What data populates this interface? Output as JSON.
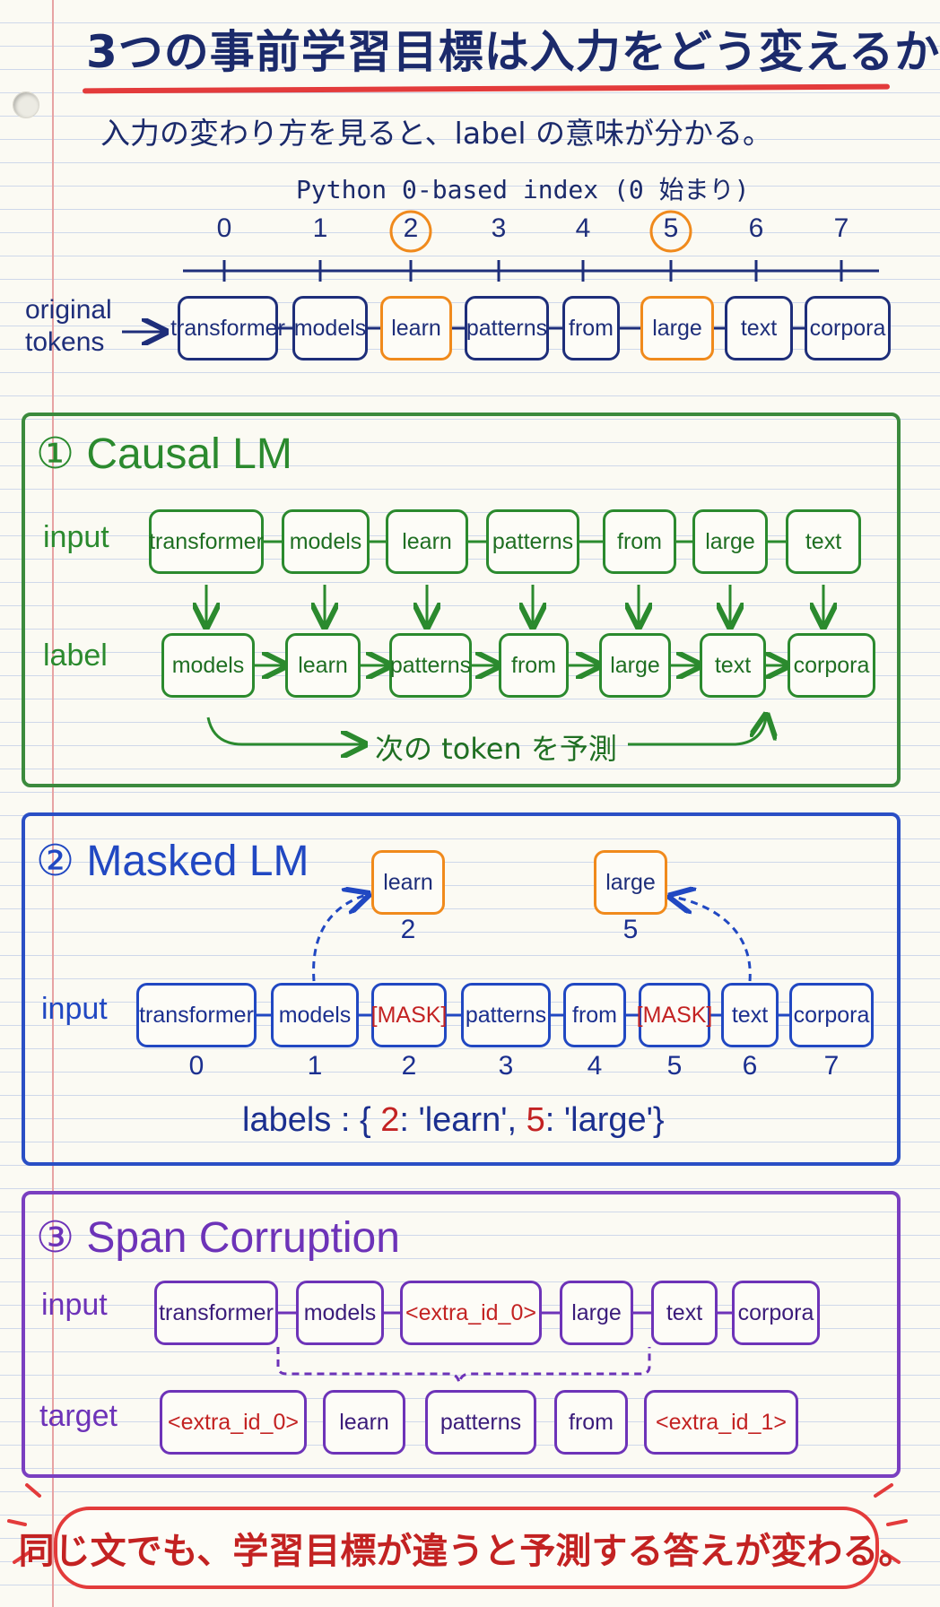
{
  "title": "3つの事前学習目標は入力をどう変えるか",
  "subtitle": "入力の変わり方を見ると、label の意味が分かる。",
  "index_caption": "Python 0-based index (0 始まり)",
  "indices": [
    "0",
    "1",
    "2",
    "3",
    "4",
    "5",
    "6",
    "7"
  ],
  "highlighted_indices": [
    2,
    5
  ],
  "original": {
    "label_line1": "original",
    "label_line2": "tokens",
    "tokens": [
      "transformer",
      "models",
      "learn",
      "patterns",
      "from",
      "large",
      "text",
      "corpora"
    ]
  },
  "causal": {
    "title": "① Causal LM",
    "input_label": "input",
    "label_label": "label",
    "inputs": [
      "transformer",
      "models",
      "learn",
      "patterns",
      "from",
      "large",
      "text"
    ],
    "labels": [
      "models",
      "learn",
      "patterns",
      "from",
      "large",
      "text",
      "corpora"
    ],
    "caption": "次の token を予測"
  },
  "masked": {
    "title": "② Masked LM",
    "input_label": "input",
    "inputs": [
      "transformer",
      "models",
      "[MASK]",
      "patterns",
      "from",
      "[MASK]",
      "text",
      "corpora"
    ],
    "predicted": [
      {
        "token": "learn",
        "index": "2"
      },
      {
        "token": "large",
        "index": "5"
      }
    ],
    "labels_prefix": "labels : {",
    "labels_k1": "2",
    "labels_v1": ": 'learn',",
    "labels_k2": "5",
    "labels_v2": ": 'large'",
    "labels_suffix": "}"
  },
  "span": {
    "title": "③ Span Corruption",
    "input_label": "input",
    "target_label": "target",
    "inputs": [
      "transformer",
      "models",
      "<extra_id_0>",
      "large",
      "text",
      "corpora"
    ],
    "targets": [
      "<extra_id_0>",
      "learn",
      "patterns",
      "from",
      "<extra_id_1>"
    ]
  },
  "bottom_note": "同じ文でも、学習目標が違うと予測する答えが変わる。",
  "colors": {
    "navy": "#1e2e7a",
    "orange": "#f08a1c",
    "green": "#2b8a2e",
    "blue": "#2148c2",
    "purple": "#6d33b8",
    "red": "#c32222"
  }
}
